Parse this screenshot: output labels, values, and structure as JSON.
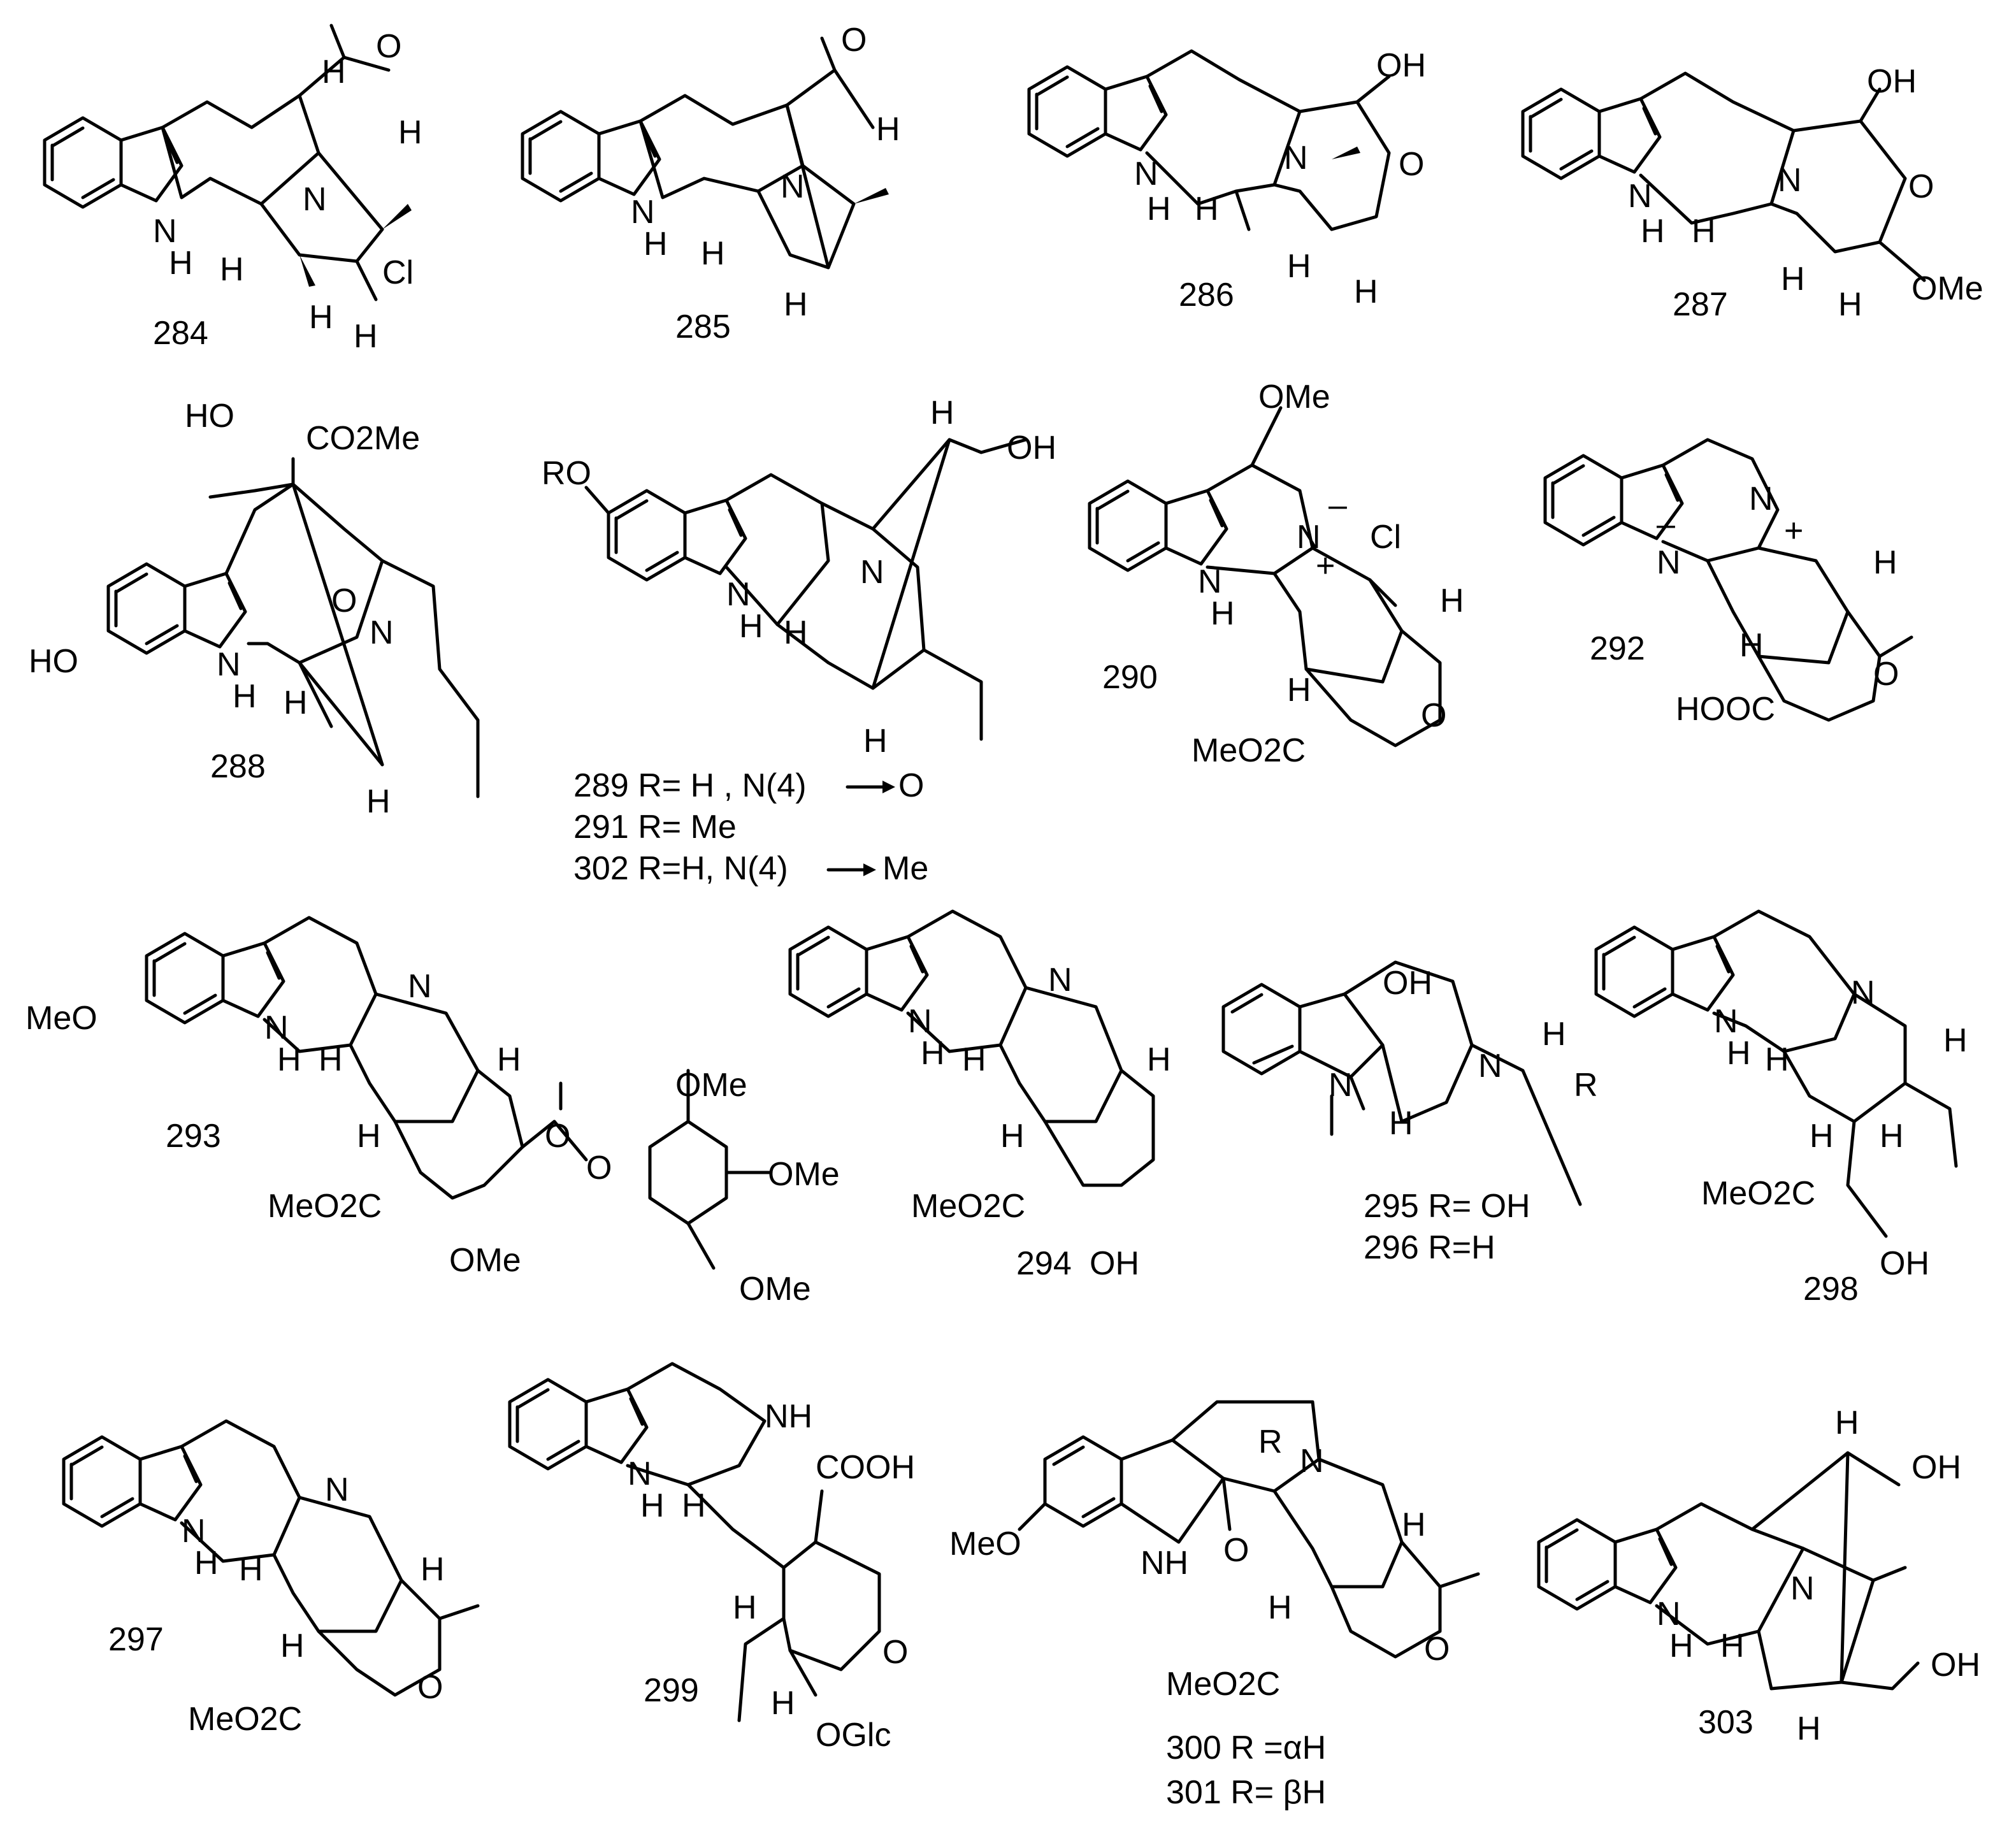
{
  "compounds": [
    {
      "id": "284"
    },
    {
      "id": "285"
    },
    {
      "id": "286"
    },
    {
      "id": "287"
    },
    {
      "id": "288"
    },
    {
      "id": "290"
    },
    {
      "id": "292"
    },
    {
      "id": "293"
    },
    {
      "id": "294"
    },
    {
      "id": "298"
    },
    {
      "id": "297"
    },
    {
      "id": "299"
    },
    {
      "id": "303"
    }
  ],
  "captions": {
    "c289": "289 R= H , N(4)",
    "c289_tail": "O",
    "c291": "291 R= Me",
    "c302": "302 R=H,  N(4)",
    "c302_tail": "Me",
    "c295": "295 R= OH",
    "c296": "296 R=H",
    "c300": "300 R =αH",
    "c301": "301 R= βH"
  },
  "atoms": {
    "H": "H",
    "N": "N",
    "O": "O",
    "OH": "OH",
    "HO": "HO",
    "Cl": "Cl",
    "NH": "NH",
    "OMe": "OMe",
    "MeO": "MeO",
    "RO": "RO",
    "R": "R",
    "CO2Me": "CO2Me",
    "MeO2C": "MeO2C",
    "HOOC": "HOOC",
    "COOH": "COOH",
    "OGlc": "OGlc",
    "minus": "–",
    "plus": "+"
  }
}
